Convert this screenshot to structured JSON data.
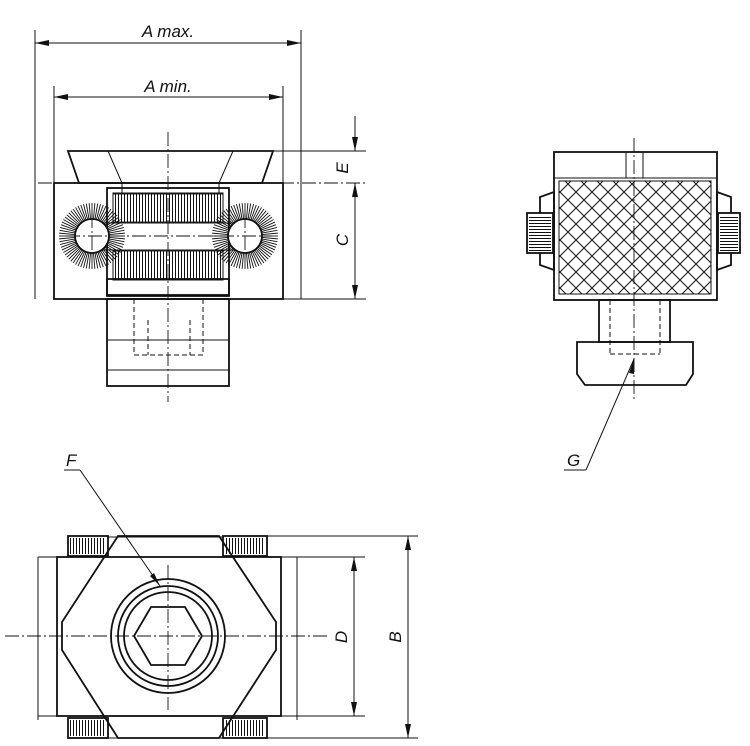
{
  "labels": {
    "a_max": "A max.",
    "a_min": "A min.",
    "b": "B",
    "c": "C",
    "d": "D",
    "e": "E",
    "f": "F",
    "g": "G"
  }
}
